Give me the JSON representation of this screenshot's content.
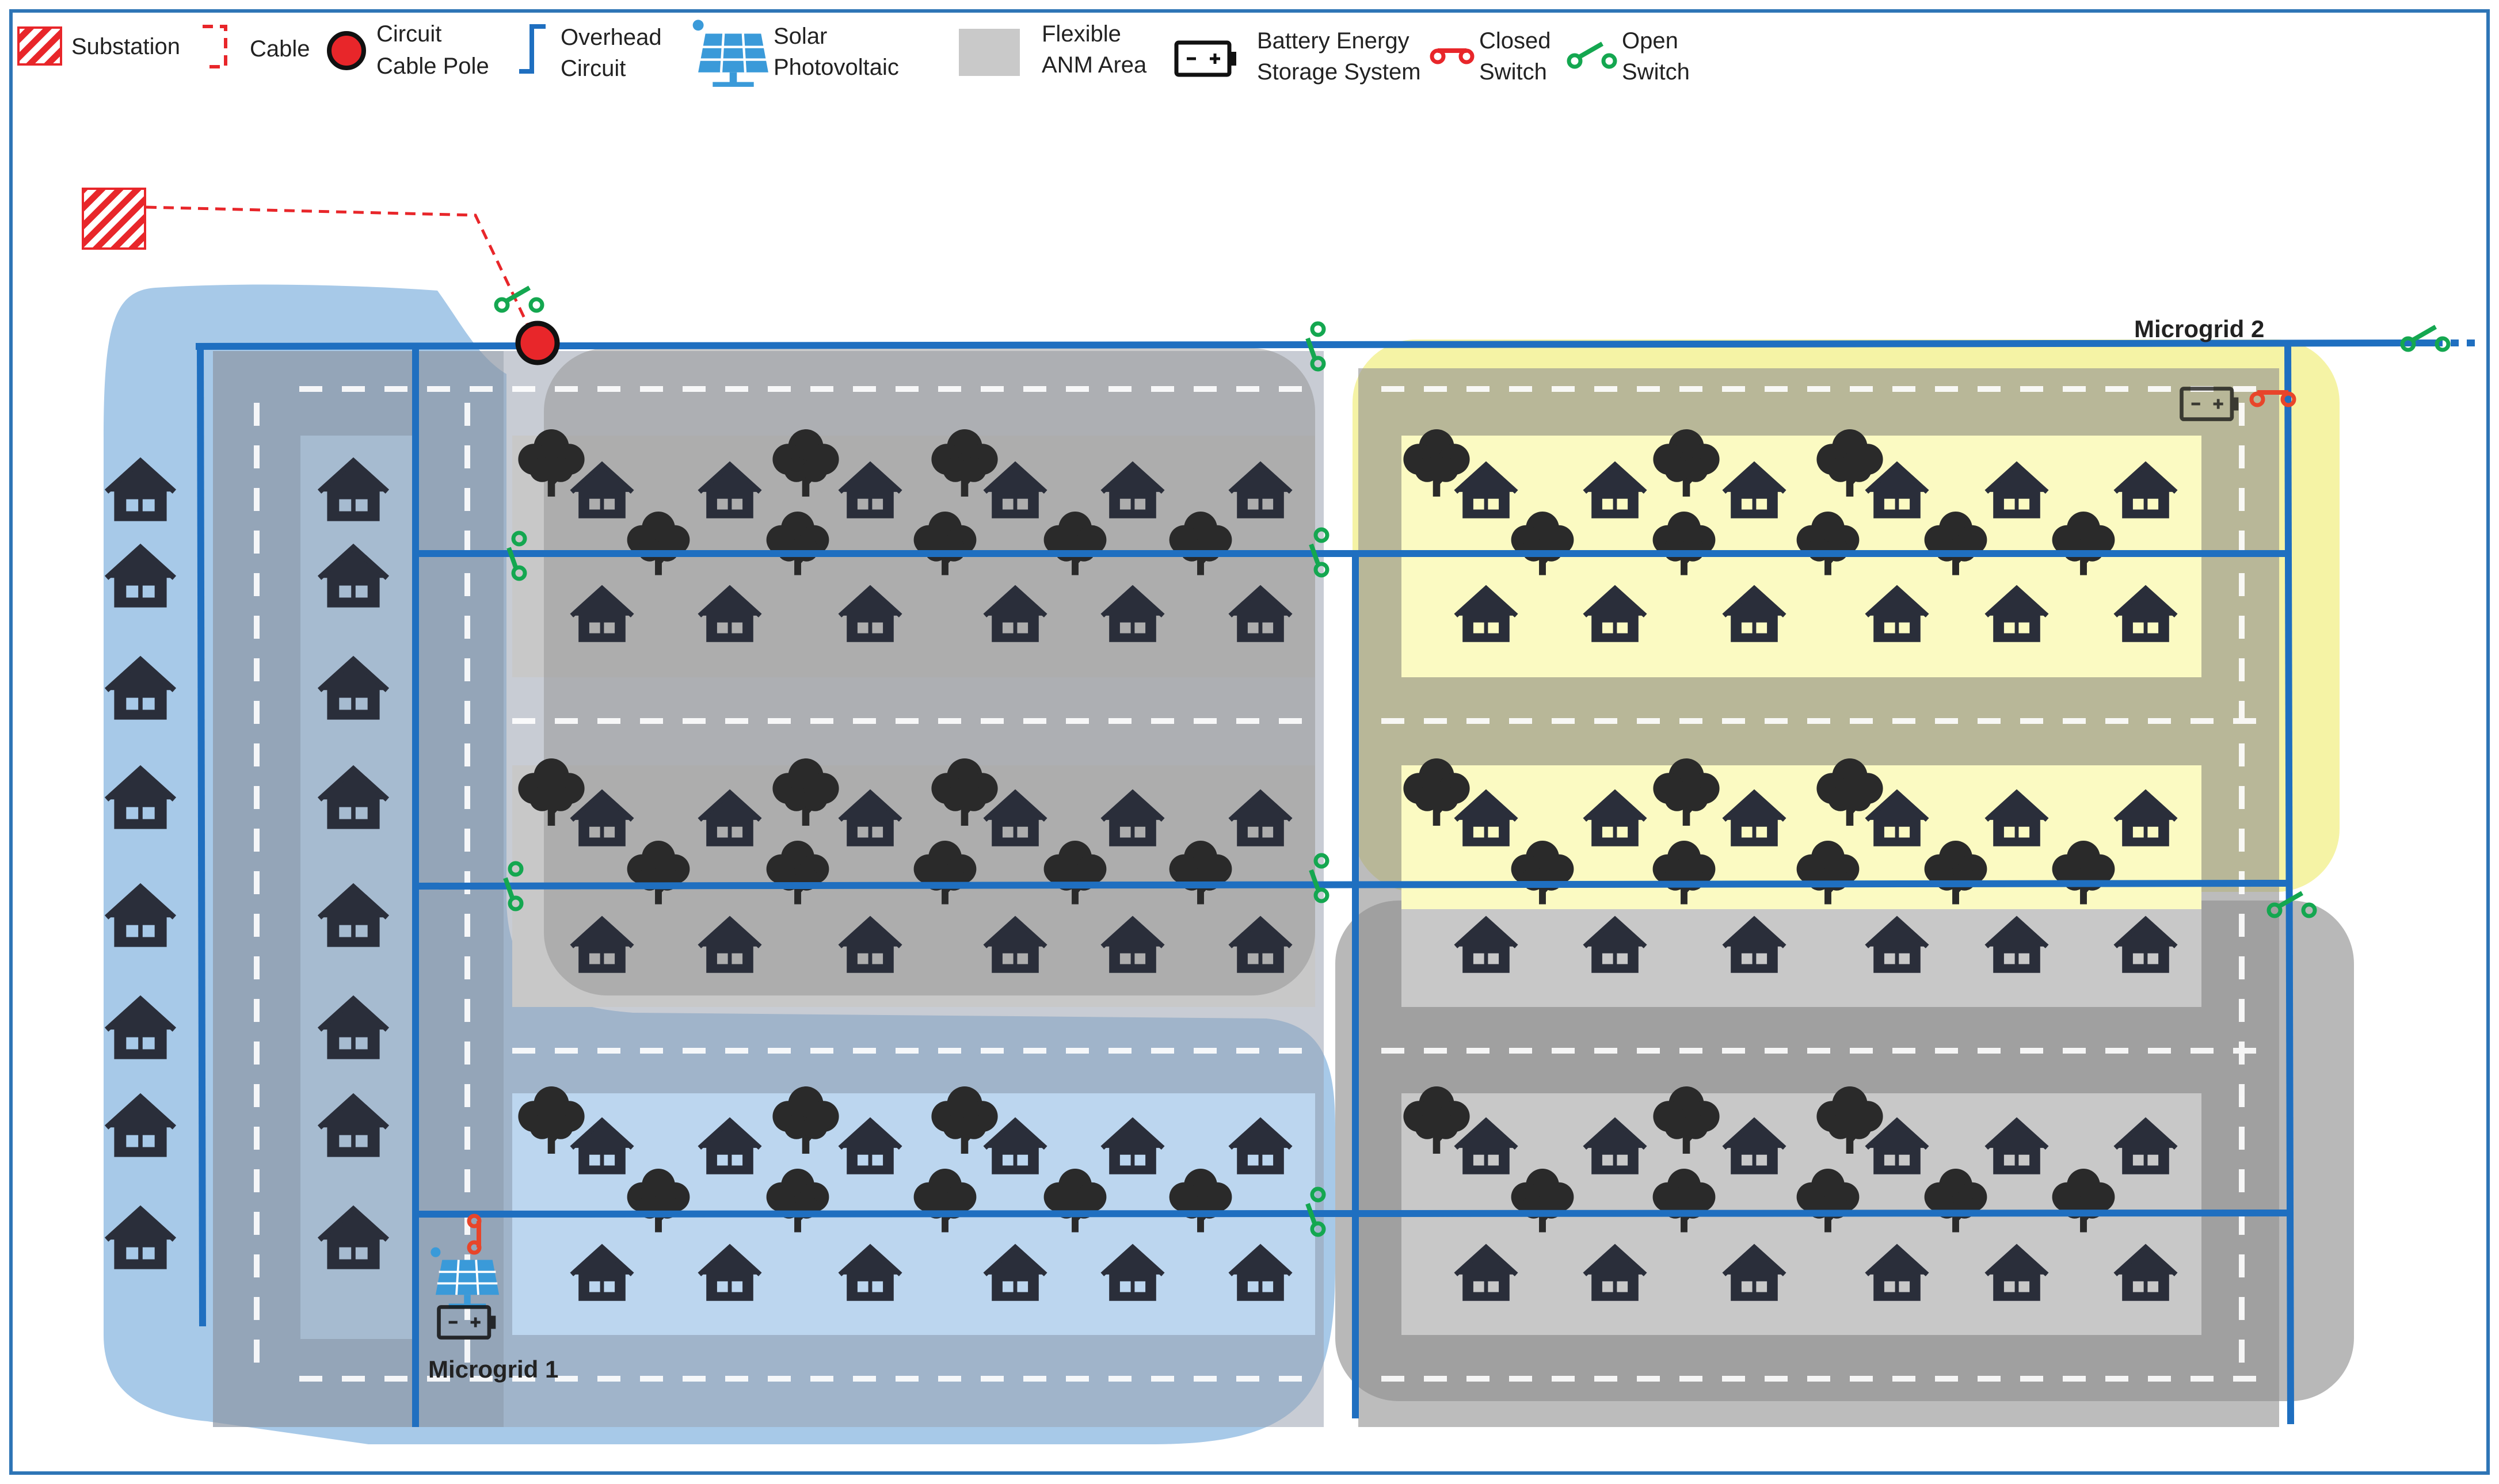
{
  "legend": {
    "substation": "Substation",
    "cable": "Cable",
    "pole_line1": "Circuit",
    "pole_line2": "Cable Pole",
    "overhead_line1": "Overhead",
    "overhead_line2": "Circuit",
    "solar_line1": "Solar",
    "solar_line2": "Photovoltaic",
    "anm_line1": "Flexible",
    "anm_line2": "ANM Area",
    "bess_line1": "Battery Energy",
    "bess_line2": "Storage System",
    "closed_line1": "Closed",
    "closed_line2": "Switch",
    "open_line1": "Open",
    "open_line2": "Switch"
  },
  "labels": {
    "microgrid1": "Microgrid 1",
    "microgrid2": "Microgrid 2"
  },
  "colors": {
    "overhead": "#1f6fc0",
    "cable": "#e8262a",
    "pole": "#e8262a",
    "open_switch": "#14a750",
    "closed_switch": "#e8452a",
    "microgrid1": "#9dc3e6",
    "microgrid2": "#f4f2a0",
    "anm_area": "#a6a6a6",
    "house": "#2a2e3a",
    "tree": "#2a2a2a",
    "solar": "#3a9ad9"
  },
  "icons": [
    "substation-icon",
    "cable-icon",
    "pole-icon",
    "overhead-icon",
    "solar-icon",
    "anm-area-icon",
    "battery-icon",
    "closed-switch-icon",
    "open-switch-icon",
    "house-icon",
    "tree-icon"
  ]
}
